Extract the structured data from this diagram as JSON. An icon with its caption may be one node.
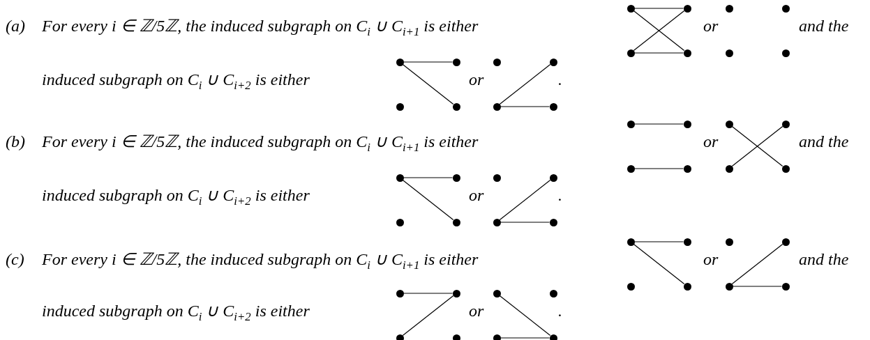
{
  "diagram": {
    "nodes": [
      {
        "text": [],
        "shape": "circle"
      },
      {
        "text": [],
        "shape": "circle"
      },
      {
        "text": [],
        "shape": "circle"
      },
      {
        "text": [],
        "shape": "circle"
      },
      {
        "text": [],
        "shape": "circle"
      },
      {
        "text": [],
        "shape": "circle"
      },
      {
        "text": [],
        "shape": "circle"
      },
      {
        "text": [],
        "shape": "circle"
      },
      {
        "text": [],
        "shape": "circle"
      },
      {
        "text": [],
        "shape": "circle"
      },
      {
        "text": [],
        "shape": "circle"
      },
      {
        "text": [],
        "shape": "circle"
      },
      {
        "text": [],
        "shape": "circle"
      },
      {
        "text": [],
        "shape": "circle"
      },
      {
        "text": [],
        "shape": "circle"
      },
      {
        "text": [],
        "shape": "circle"
      },
      {
        "text": [],
        "shape": "circle"
      },
      {
        "text": [],
        "shape": "circle"
      },
      {
        "text": [],
        "shape": "circle"
      },
      {
        "text": [],
        "shape": "circle"
      },
      {
        "text": [],
        "shape": "circle"
      },
      {
        "text": [],
        "shape": "circle"
      },
      {
        "text": [],
        "shape": "circle"
      },
      {
        "text": [],
        "shape": "circle"
      },
      {
        "text": [],
        "shape": "circle"
      },
      {
        "text": [],
        "shape": "circle"
      },
      {
        "text": [],
        "shape": "circle"
      },
      {
        "text": [],
        "shape": "circle"
      },
      {
        "text": [],
        "shape": "circle"
      },
      {
        "text": [],
        "shape": "circle"
      },
      {
        "text": [],
        "shape": "circle"
      },
      {
        "text": [],
        "shape": "circle"
      },
      {
        "text": [],
        "shape": "circle"
      },
      {
        "text": [],
        "shape": "circle"
      },
      {
        "text": [],
        "shape": "circle"
      },
      {
        "text": [],
        "shape": "circle"
      },
      {
        "text": [],
        "shape": "circle"
      },
      {
        "text": [],
        "shape": "circle"
      },
      {
        "text": [],
        "shape": "circle"
      },
      {
        "text": [],
        "shape": "circle"
      },
      {
        "text": [],
        "shape": "circle"
      },
      {
        "text": [],
        "shape": "circle"
      },
      {
        "text": [],
        "shape": "circle"
      },
      {
        "text": [],
        "shape": "circle"
      },
      {
        "text": [],
        "shape": "circle"
      },
      {
        "text": [],
        "shape": "circle"
      },
      {
        "text": [],
        "shape": "circle"
      },
      {
        "text": [],
        "shape": "circle"
      }
    ],
    "edges": [
      {
        "from": 0,
        "to": 1,
        "arrow": "none"
      },
      {
        "from": 2,
        "to": 3,
        "arrow": "none"
      },
      {
        "from": 0,
        "to": 3,
        "arrow": "none"
      },
      {
        "from": 2,
        "to": 1,
        "arrow": "none"
      },
      {
        "from": 8,
        "to": 9,
        "arrow": "none"
      },
      {
        "from": 8,
        "to": 11,
        "arrow": "none"
      },
      {
        "from": 14,
        "to": 13,
        "arrow": "none"
      },
      {
        "from": 14,
        "to": 15,
        "arrow": "none"
      },
      {
        "from": 16,
        "to": 17,
        "arrow": "none"
      },
      {
        "from": 18,
        "to": 19,
        "arrow": "none"
      },
      {
        "from": 20,
        "to": 23,
        "arrow": "none"
      },
      {
        "from": 22,
        "to": 21,
        "arrow": "none"
      },
      {
        "from": 24,
        "to": 25,
        "arrow": "none"
      },
      {
        "from": 24,
        "to": 27,
        "arrow": "none"
      },
      {
        "from": 30,
        "to": 29,
        "arrow": "none"
      },
      {
        "from": 30,
        "to": 31,
        "arrow": "none"
      },
      {
        "from": 32,
        "to": 33,
        "arrow": "none"
      },
      {
        "from": 32,
        "to": 35,
        "arrow": "none"
      },
      {
        "from": 38,
        "to": 37,
        "arrow": "none"
      },
      {
        "from": 38,
        "to": 39,
        "arrow": "none"
      },
      {
        "from": 40,
        "to": 41,
        "arrow": "none"
      },
      {
        "from": 41,
        "to": 42,
        "arrow": "none"
      },
      {
        "from": 44,
        "to": 47,
        "arrow": "none"
      },
      {
        "from": 46,
        "to": 47,
        "arrow": "none"
      }
    ],
    "labels": [
      "(a)",
      "For every i ∈ ℤ/5ℤ, the induced subgraph on C$_{i}$ ∪ C$_{i+1}$ is either",
      "or",
      "and the",
      "induced subgraph on C$_{i}$ ∪ C$_{i+2}$ is either",
      "or",
      ".",
      "(b)",
      "For every i ∈ ℤ/5ℤ, the induced subgraph on C$_{i}$ ∪ C$_{i+1}$ is either",
      "or",
      "and the",
      "induced subgraph on C$_{i}$ ∪ C$_{i+2}$ is either",
      "or",
      ".",
      "(c)",
      "For every i ∈ ℤ/5ℤ, the induced subgraph on C$_{i}$ ∪ C$_{i+1}$ is either",
      "or",
      "and the",
      "induced subgraph on C$_{i}$ ∪ C$_{i+2}$ is either",
      "or",
      "."
    ]
  }
}
